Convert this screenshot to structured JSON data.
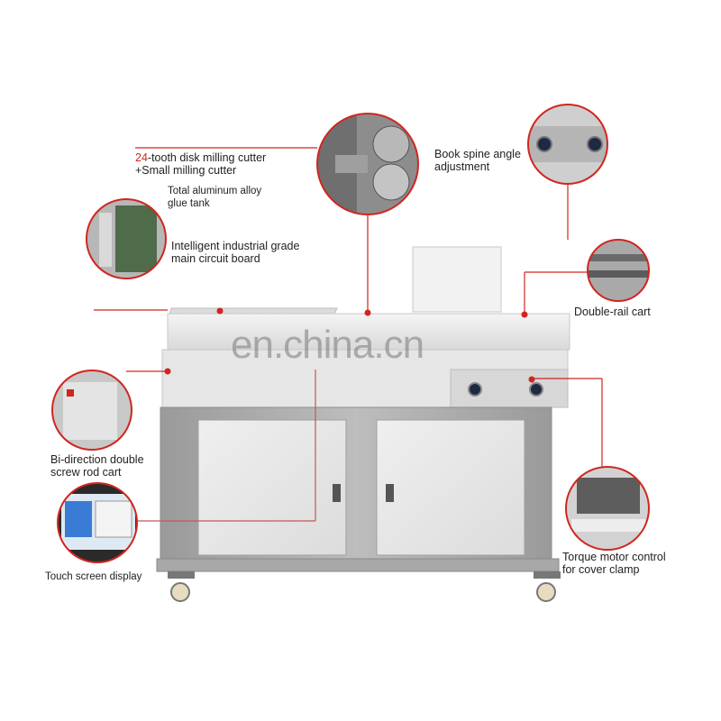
{
  "callouts": {
    "milling_cutter": {
      "prefix": "24",
      "line1_rest": "-tooth disk milling cutter",
      "line2": "+Small milling cutter"
    },
    "glue_tank": {
      "line1": "Total aluminum alloy",
      "line2": "glue tank"
    },
    "circuit_board": {
      "line1": "Intelligent industrial grade",
      "line2": "main circuit board"
    },
    "spine_angle": {
      "line1": "Book spine angle",
      "line2": "adjustment"
    },
    "double_rail": {
      "line1": "Double-rail cart"
    },
    "screw_rod": {
      "line1": "Bi-direction double",
      "line2": "screw rod cart"
    },
    "touch_screen": {
      "line1": "Touch screen display"
    },
    "torque_motor": {
      "line1": "Torque motor control",
      "line2": "for cover clamp"
    }
  },
  "watermark": "en.china.cn",
  "colors": {
    "callout_red": "#d0261f",
    "machine_gray": "#b9b9b9",
    "panel_light": "#e9e9e9"
  }
}
